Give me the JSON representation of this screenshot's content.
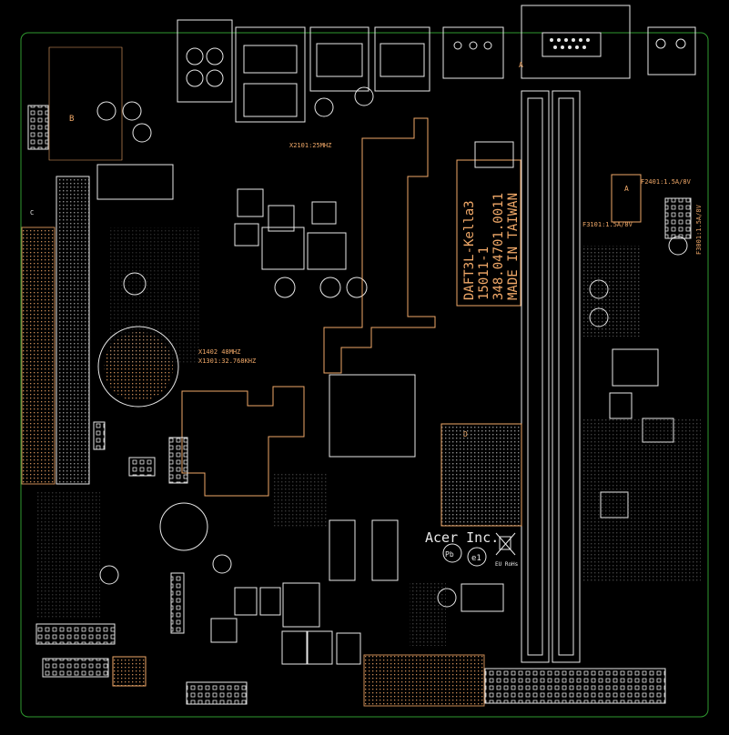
{
  "colors": {
    "background": "#000000",
    "outline": "#2f9a2f",
    "silk": "#e8e8e8",
    "copper": "#f0a868",
    "dim": "#9a9a9a"
  },
  "board": {
    "part_number_lines": [
      "DAFT3L-Kella3",
      "15011-1",
      "348.04701.0011",
      "MADE IN TAIWAN"
    ],
    "vendor": "Acer Inc.",
    "eu_rohs": "EU RoHs"
  },
  "labels": {
    "x2101": "X2101:25MHZ",
    "x1402": "X1402 48MHZ",
    "x1301": "X1301:32.768KHZ",
    "f2401": "F2401:1.5A/8V",
    "f3101": "F3101:1.5A/8V",
    "f3001": "F3001:1.5A/8V",
    "ref_a1": "A",
    "ref_a2": "A",
    "ref_b": "B",
    "ref_c": "C",
    "ref_d": "D"
  },
  "icons": {
    "pb_free": "Pb",
    "e1": "e1",
    "weee": "weee-bin-icon"
  }
}
